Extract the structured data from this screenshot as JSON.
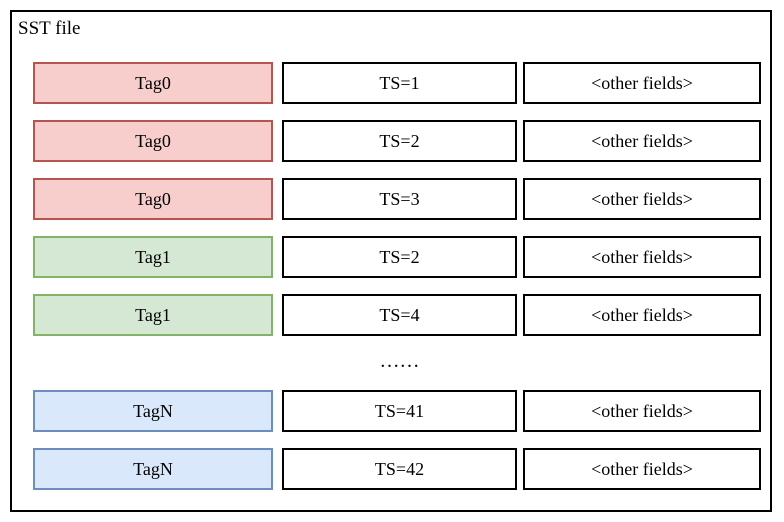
{
  "diagram": {
    "title": "SST file",
    "columns": {
      "tag": "Tag",
      "timestamp": "TS",
      "other": "other fields"
    },
    "ellipsis": "……",
    "colors": {
      "pink_fill": "#f8cecc",
      "pink_border": "#b85450",
      "green_fill": "#d5e8d4",
      "green_border": "#82b366",
      "blue_fill": "#dae8fc",
      "blue_border": "#6c8ebf",
      "frame_border": "#000000",
      "cell_border": "#000000",
      "background": "#ffffff",
      "text": "#000000"
    },
    "rows": [
      {
        "tag": "Tag0",
        "ts": "TS=1",
        "other": "<other fields>",
        "tone": "pink"
      },
      {
        "tag": "Tag0",
        "ts": "TS=2",
        "other": "<other fields>",
        "tone": "pink"
      },
      {
        "tag": "Tag0",
        "ts": "TS=3",
        "other": "<other fields>",
        "tone": "pink"
      },
      {
        "tag": "Tag1",
        "ts": "TS=2",
        "other": "<other fields>",
        "tone": "green"
      },
      {
        "tag": "Tag1",
        "ts": "TS=4",
        "other": "<other fields>",
        "tone": "green"
      },
      {
        "tag": "TagN",
        "ts": "TS=41",
        "other": "<other fields>",
        "tone": "blue"
      },
      {
        "tag": "TagN",
        "ts": "TS=42",
        "other": "<other fields>",
        "tone": "blue"
      }
    ],
    "ellipsis_after_row_index": 4
  }
}
